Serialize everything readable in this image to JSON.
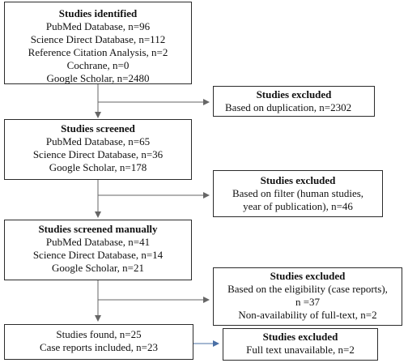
{
  "stage1": {
    "title": "Studies identified",
    "lines": [
      "PubMed Database, n=96",
      "Science Direct Database, n=112",
      "Reference Citation Analysis, n=2",
      "Cochrane, n=0",
      "Google Scholar, n=2480"
    ]
  },
  "excluded1": {
    "title": "Studies excluded",
    "lines": [
      "Based on duplication, n=2302"
    ]
  },
  "stage2": {
    "title": "Studies screened",
    "lines": [
      "PubMed Database, n=65",
      "Science Direct Database, n=36",
      "Google Scholar, n=178"
    ]
  },
  "excluded2": {
    "title": "Studies excluded",
    "lines": [
      "Based on filter (human studies,",
      "year of publication), n=46"
    ]
  },
  "stage3": {
    "title": "Studies screened manually",
    "lines": [
      "PubMed Database, n=41",
      "Science Direct Database, n=14",
      "Google Scholar, n=21"
    ]
  },
  "excluded3": {
    "title": "Studies excluded",
    "lines": [
      "Based on the eligibility (case reports),",
      "n =37",
      "Non-availability of full-text, n=2"
    ]
  },
  "stage4": {
    "lines": [
      "Studies found, n=25",
      "Case reports included, n=23"
    ]
  },
  "excluded4": {
    "title": "Studies excluded",
    "lines": [
      "Full text unavailable, n=2"
    ]
  },
  "colors": {
    "box_border": "#2b2b2b",
    "arrow": "#666666",
    "arrow_blue": "#4a6fa5",
    "text": "#111111"
  }
}
